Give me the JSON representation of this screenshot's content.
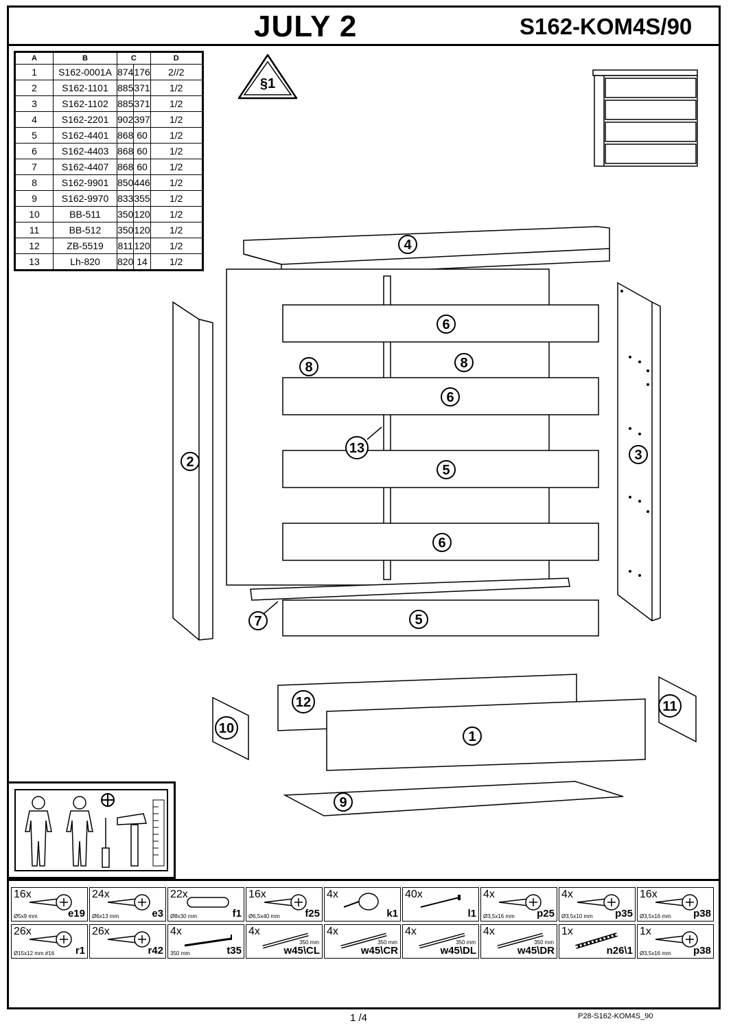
{
  "header": {
    "title": "JULY 2",
    "code": "S162-KOM4S/90"
  },
  "warning_sign": "§1",
  "parts_table": {
    "headers": [
      "A",
      "B",
      "C",
      "D"
    ],
    "rows": [
      [
        "1",
        "S162-0001A",
        "874",
        "176",
        "2//2"
      ],
      [
        "2",
        "S162-1101",
        "885",
        "371",
        "1/2"
      ],
      [
        "3",
        "S162-1102",
        "885",
        "371",
        "1/2"
      ],
      [
        "4",
        "S162-2201",
        "902",
        "397",
        "1/2"
      ],
      [
        "5",
        "S162-4401",
        "868",
        "60",
        "1/2"
      ],
      [
        "6",
        "S162-4403",
        "868",
        "60",
        "1/2"
      ],
      [
        "7",
        "S162-4407",
        "868",
        "60",
        "1/2"
      ],
      [
        "8",
        "S162-9901",
        "850",
        "446",
        "1/2"
      ],
      [
        "9",
        "S162-9970",
        "833",
        "355",
        "1/2"
      ],
      [
        "10",
        "BB-511",
        "350",
        "120",
        "1/2"
      ],
      [
        "11",
        "BB-512",
        "350",
        "120",
        "1/2"
      ],
      [
        "12",
        "ZB-5519",
        "811",
        "120",
        "1/2"
      ],
      [
        "13",
        "Lh-820",
        "820",
        "14",
        "1/2"
      ]
    ]
  },
  "diagram_labels": [
    "4",
    "6",
    "8",
    "8",
    "6",
    "13",
    "5",
    "6",
    "2",
    "3",
    "7",
    "5",
    "12",
    "1",
    "10",
    "11",
    "9"
  ],
  "hardware": {
    "row1": [
      {
        "qty": "16x",
        "code": "e19",
        "dim": "Ø5x9 mm"
      },
      {
        "qty": "24x",
        "code": "e3",
        "dim": "Ø6x13 mm"
      },
      {
        "qty": "22x",
        "code": "f1",
        "dim": "Ø8x30 mm"
      },
      {
        "qty": "16x",
        "code": "f25",
        "dim": "Ø6,5x40 mm"
      },
      {
        "qty": "4x",
        "code": "k1",
        "dim": ""
      },
      {
        "qty": "40x",
        "code": "l1",
        "dim": ""
      },
      {
        "qty": "4x",
        "code": "p25",
        "dim": "Ø3,5x16 mm"
      },
      {
        "qty": "4x",
        "code": "p35",
        "dim": "Ø3,5x10 mm"
      },
      {
        "qty": "16x",
        "code": "p38",
        "dim": "Ø3,5x16 mm"
      }
    ],
    "row2": [
      {
        "qty": "26x",
        "code": "r1",
        "dim": "Ø15x12 mm  #16"
      },
      {
        "qty": "26x",
        "code": "r42",
        "dim": ""
      },
      {
        "qty": "4x",
        "code": "t35",
        "dim": "350 mm"
      },
      {
        "qty": "4x",
        "code": "w45\\CL",
        "dim": "",
        "dim2": "350 mm"
      },
      {
        "qty": "4x",
        "code": "w45\\CR",
        "dim": "",
        "dim2": "350 mm"
      },
      {
        "qty": "4x",
        "code": "w45\\DL",
        "dim": "",
        "dim2": "350 mm"
      },
      {
        "qty": "4x",
        "code": "w45\\DR",
        "dim": "",
        "dim2": "350 mm"
      },
      {
        "qty": "1x",
        "code": "n26\\1",
        "dim": ""
      },
      {
        "qty": "1x",
        "code": "p38",
        "dim": "Ø3,5x16 mm"
      }
    ]
  },
  "footer": {
    "page": "1 /4",
    "doc_code": "P28-S162-KOM4S_90"
  }
}
